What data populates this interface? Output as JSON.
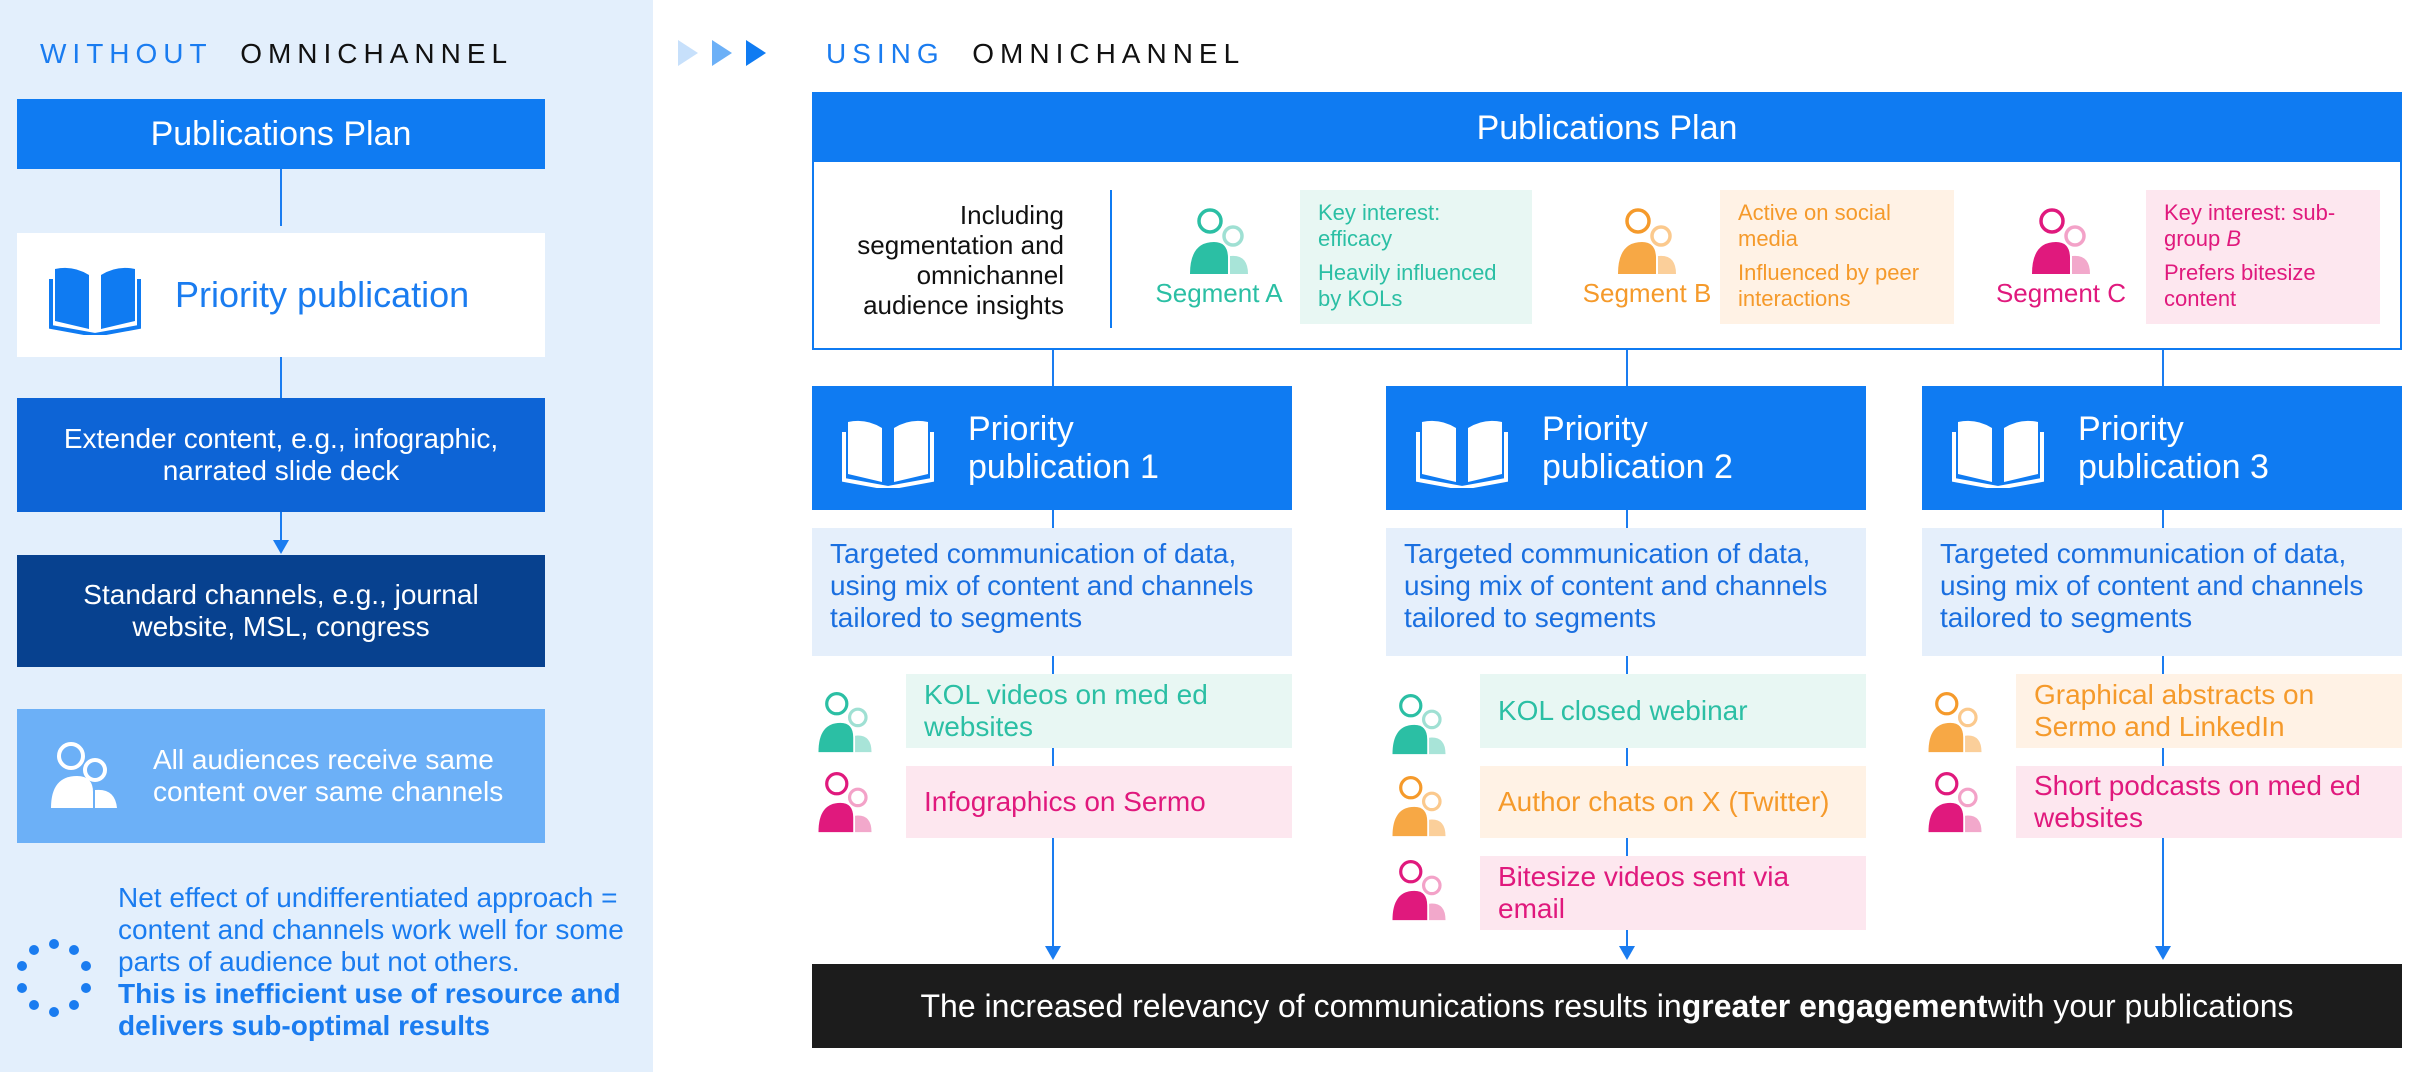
{
  "left": {
    "header_a": "WITHOUT",
    "header_b": "OMNICHANNEL",
    "plan": "Publications Plan",
    "priority": "Priority publication",
    "extender": "Extender content, e.g., infographic, narrated slide deck",
    "standard": "Standard channels, e.g., journal website, MSL, congress",
    "audiences": "All audiences receive same content over same channels",
    "net_effect": "Net effect of undifferentiated approach = content and channels work well for some parts of audience but not others.",
    "net_effect_bold": "This is inefficient use of resource and delivers sub-optimal results"
  },
  "right": {
    "header_a": "USING",
    "header_b": "OMNICHANNEL",
    "plan": "Publications Plan",
    "including": "Including segmentation and omnichannel audience insights",
    "segments": [
      {
        "label": "Segment A",
        "info1": "Key interest: efficacy",
        "info2": "Heavily influenced by KOLs"
      },
      {
        "label": "Segment B",
        "info1": "Active on social media",
        "info2": "Influenced by peer interactions"
      },
      {
        "label": "Segment C",
        "info1_pre": "Key interest: sub-group ",
        "info1_em": "B",
        "info2": "Prefers bitesize content"
      }
    ],
    "priorities": [
      {
        "title": "Priority publication 1"
      },
      {
        "title": "Priority publication 2"
      },
      {
        "title": "Priority publication 3"
      }
    ],
    "targeted": "Targeted communication of data, using mix of content and channels tailored to segments",
    "channels": [
      [
        "KOL videos on med ed websites",
        "Infographics on Sermo"
      ],
      [
        "KOL closed webinar",
        "Author chats on X (Twitter)",
        "Bitesize videos sent via email"
      ],
      [
        "Graphical abstracts on Sermo and LinkedIn",
        "Short podcasts on med ed websites"
      ]
    ],
    "footer_pre": "The increased relevancy of communications results in ",
    "footer_bold": "greater engagement",
    "footer_post": " with your publications"
  },
  "colors": {
    "blue": "#0f7bf2",
    "teal": "#2bbfa4",
    "orange": "#f59a2b",
    "pink": "#e0197d",
    "dark": "#07418f"
  },
  "icons": [
    "book-icon",
    "people-icon",
    "dotted-circle-icon",
    "play-arrow-icon"
  ]
}
